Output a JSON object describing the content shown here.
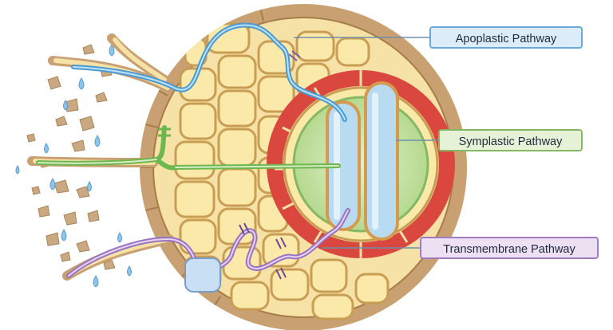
{
  "labels": {
    "apoplastic": "Apoplastic Pathway",
    "symplastic": "Symplastic Pathway",
    "transmembrane": "Transmembrane Pathway"
  },
  "colors": {
    "apoplastic": "#4a9bd4",
    "symplastic": "#6cb84e",
    "transmembrane": "#9b72c2",
    "casparian_strip": "#d9473e",
    "cell_fill": "#fbe9a9",
    "cell_wall": "#c99d54",
    "epidermis": "#c9a072",
    "xylem": "#b8dbf2"
  }
}
